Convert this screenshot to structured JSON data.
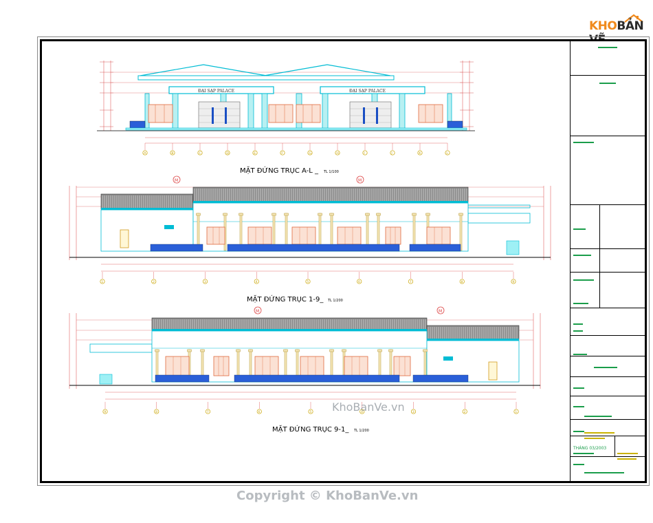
{
  "logo": {
    "part1": "KHO",
    "part2": "BẢN VẼ"
  },
  "elevations": [
    {
      "caption": "MẶT ĐỨNG TRỤC A-L _",
      "scale": "TL 1/100",
      "sign": "ĐẠI SẠP PALACE"
    },
    {
      "caption": "MẶT ĐỨNG TRỤC 1-9_",
      "scale": "TL 1/200"
    },
    {
      "caption": "MẶT ĐỨNG TRỤC 9-1_",
      "scale": "TL 1/200"
    }
  ],
  "axes_top": [
    "A",
    "B",
    "C",
    "D",
    "E",
    "F",
    "G",
    "H",
    "I",
    "J",
    "K",
    "L"
  ],
  "axes_mid": [
    "1",
    "2",
    "3",
    "4",
    "5",
    "6",
    "7",
    "8",
    "9"
  ],
  "axes_bot": [
    "9",
    "8",
    "7",
    "6",
    "5",
    "4",
    "3",
    "2",
    "1"
  ],
  "grid_marker": "M",
  "titleblock": {
    "date_label": "THÁNG 03/2003"
  },
  "watermark": "KhoBanVe.vn",
  "copyright": "Copyright © KhoBanVe.vn"
}
